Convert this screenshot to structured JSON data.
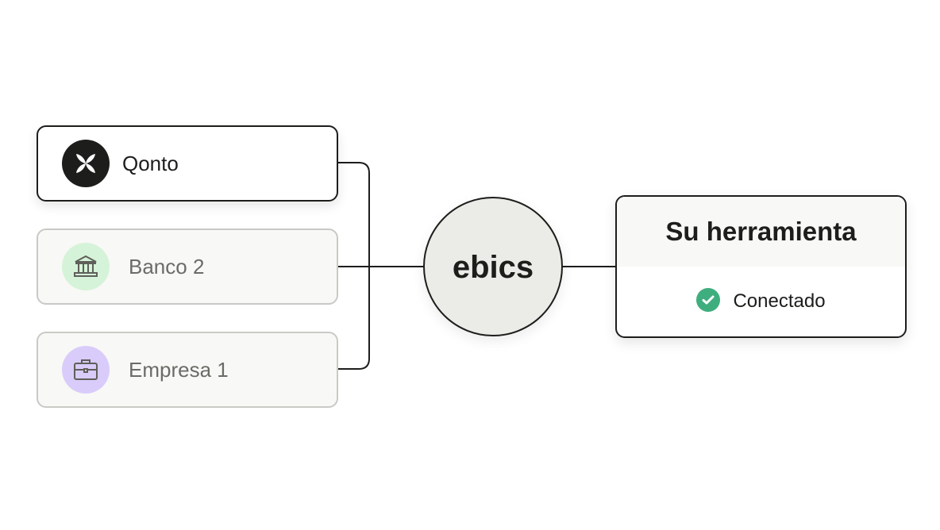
{
  "sources": [
    {
      "label": "Qonto",
      "icon": "qonto-logo-icon",
      "state": "active",
      "icon_bg": "#1d1d1b"
    },
    {
      "label": "Banco 2",
      "icon": "bank-icon",
      "state": "inactive",
      "icon_bg": "#d5f3d8"
    },
    {
      "label": "Empresa 1",
      "icon": "briefcase-icon",
      "state": "inactive",
      "icon_bg": "#d9ccfa"
    }
  ],
  "hub": {
    "label": "ebics"
  },
  "target": {
    "title": "Su herramienta",
    "status": "Conectado",
    "status_icon": "check-circle-icon",
    "status_color": "#3fae7f"
  },
  "colors": {
    "stroke": "#1d1d1b",
    "inactive_border": "#c9c9c6",
    "hub_fill": "#ebebe7"
  }
}
